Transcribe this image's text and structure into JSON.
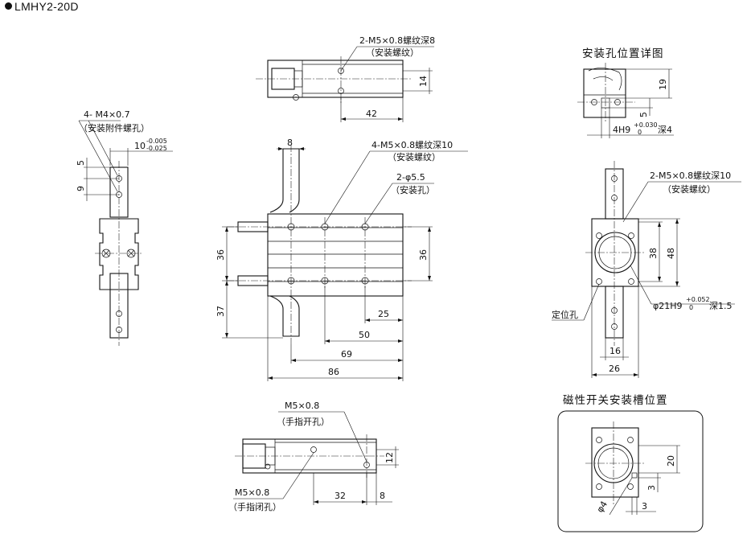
{
  "model": "LMHY2-20D",
  "views": {
    "top": {
      "thread": "2-M5×0.8螺纹深8",
      "thread_note": "（安装螺纹）",
      "dim_14": "14",
      "dim_42": "42"
    },
    "left": {
      "thread": "4- M4×0.7",
      "thread_note": "（安装附件螺孔）",
      "tol": "10",
      "tol_upper": "-0.005",
      "tol_lower": "-0.025",
      "dim_5": "5",
      "dim_9": "9"
    },
    "front": {
      "dim_8": "8",
      "thread": "4-M5×0.8螺纹深10",
      "thread_note": "（安装螺纹）",
      "hole": "2-φ5.5",
      "hole_note": "（安装孔）",
      "dim_36_left": "36",
      "dim_36_right": "36",
      "dim_37": "37",
      "dim_25": "25",
      "dim_50": "50",
      "dim_69": "69",
      "dim_86": "86"
    },
    "detail": {
      "title": "安装孔位置详图",
      "dim_19": "19",
      "dim_5": "5",
      "fit": "4H9",
      "fit_upper": "+0.030",
      "fit_lower": "0",
      "depth": "深4"
    },
    "right": {
      "thread": "2-M5×0.8螺纹深10",
      "thread_note": "（安装螺纹）",
      "dim_38": "38",
      "dim_48": "48",
      "bore": "φ21H9",
      "bore_upper": "+0.052",
      "bore_lower": "0",
      "bore_depth": "深1.5",
      "locating": "定位孔",
      "dim_16": "16",
      "dim_26": "26"
    },
    "bottom": {
      "open_thread": "M5×0.8",
      "open_note": "（手指开孔）",
      "close_thread": "M5×0.8",
      "close_note": "（手指闭孔）",
      "dim_12": "12",
      "dim_32": "32",
      "dim_8": "8"
    },
    "sensor": {
      "title": "磁性开关安装槽位置",
      "dim_20": "20",
      "dim_3v": "3",
      "dim_4": "φ4",
      "dim_3h": "3"
    }
  }
}
